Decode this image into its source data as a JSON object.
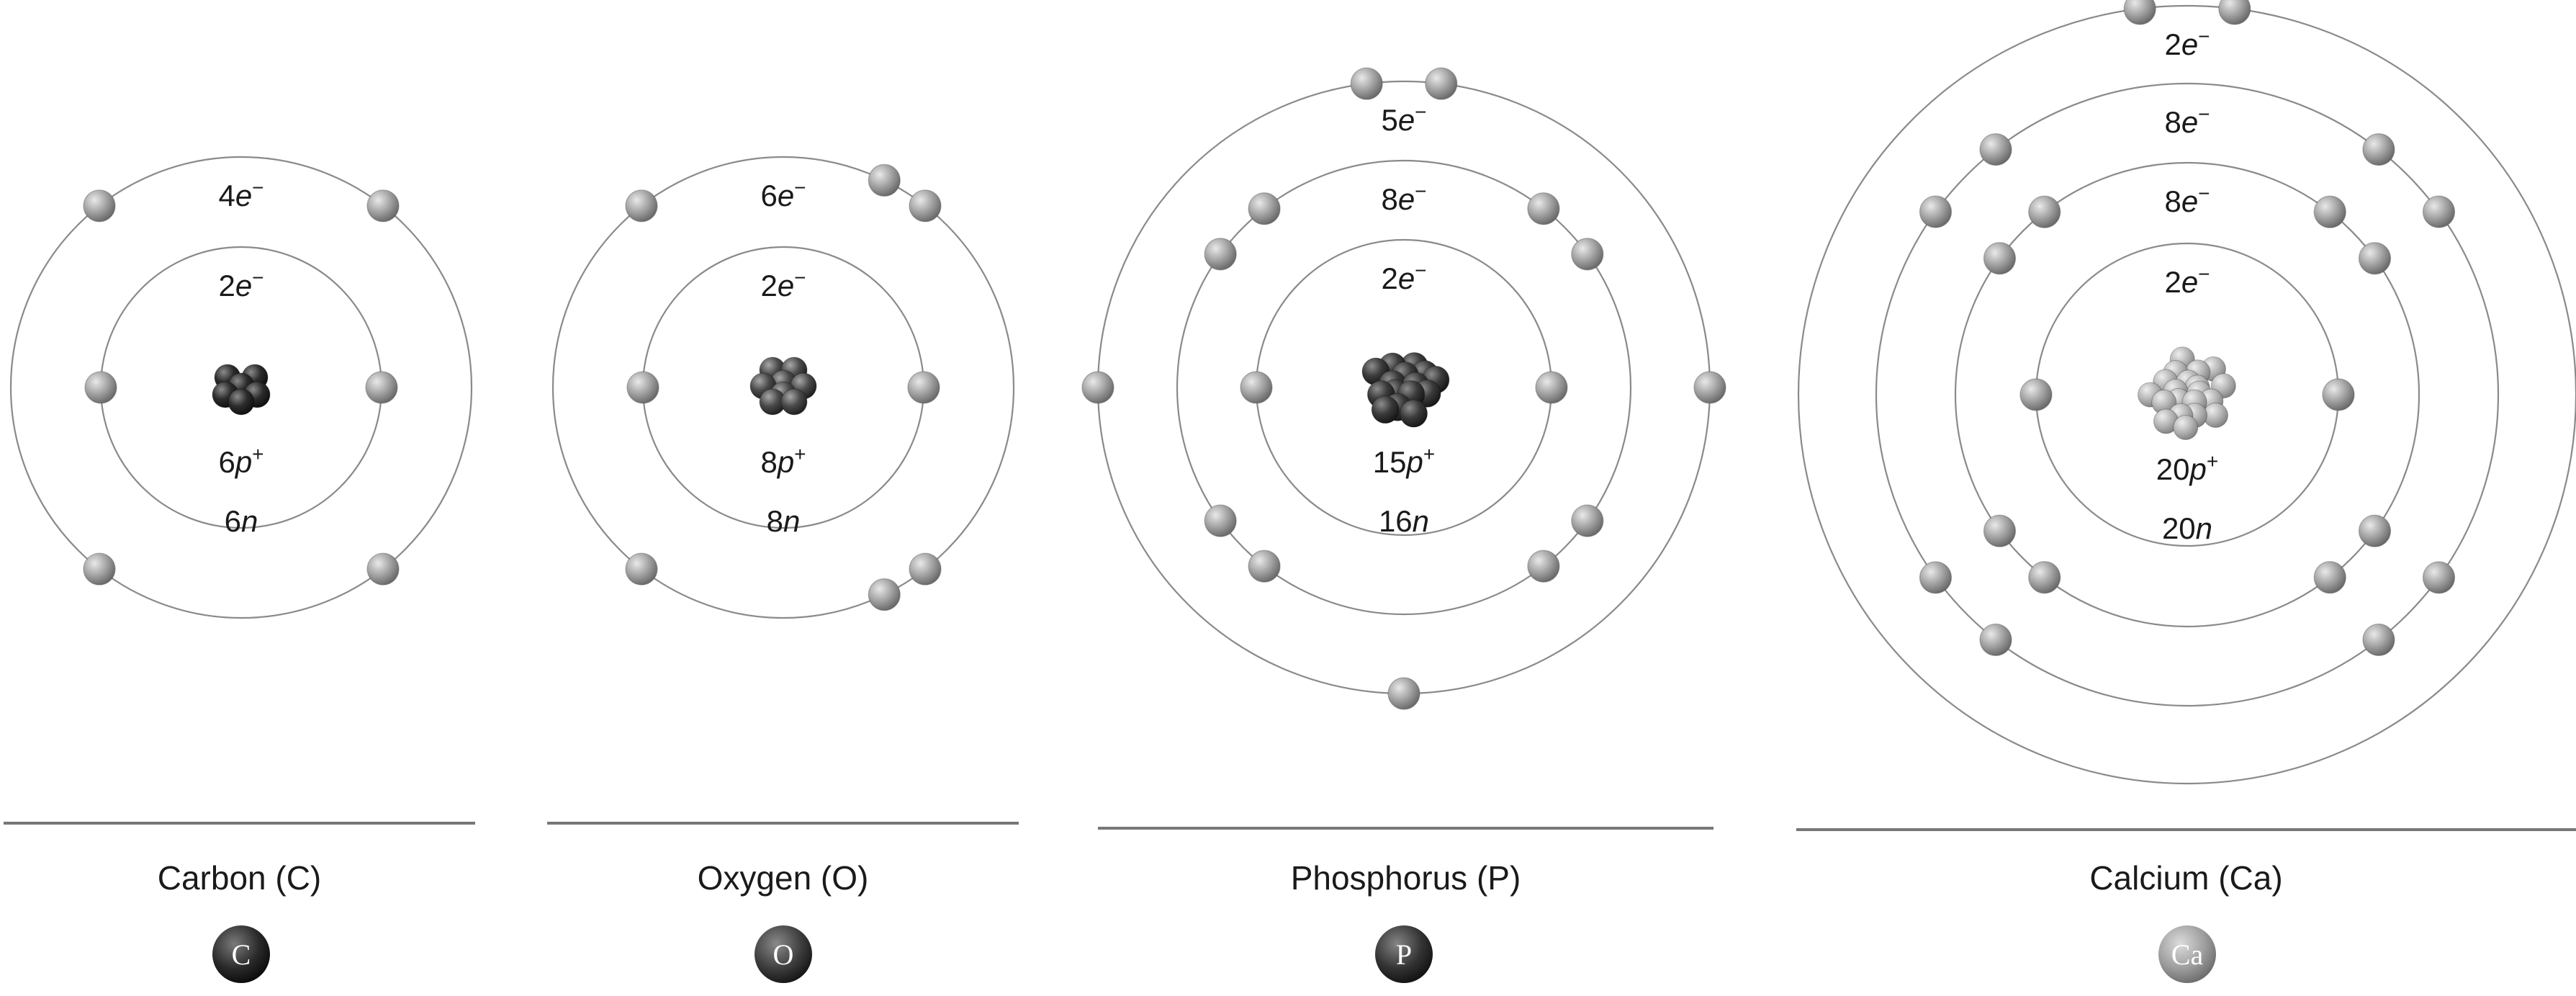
{
  "atoms": [
    {
      "key": "carbon",
      "name": "Carbon (C)",
      "symbol": "C",
      "protons": {
        "count": "6",
        "unit": "p",
        "sup": "+"
      },
      "neutrons": {
        "count": "6",
        "unit": "n"
      },
      "shells": [
        {
          "count": "2",
          "unit": "e",
          "sup": "−",
          "electrons": 2
        },
        {
          "count": "4",
          "unit": "e",
          "sup": "−",
          "electrons": 4
        }
      ],
      "nucleus_color": "#2c2c2c",
      "symbol_color": "#2a2a2a"
    },
    {
      "key": "oxygen",
      "name": "Oxygen (O)",
      "symbol": "O",
      "protons": {
        "count": "8",
        "unit": "p",
        "sup": "+"
      },
      "neutrons": {
        "count": "8",
        "unit": "n"
      },
      "shells": [
        {
          "count": "2",
          "unit": "e",
          "sup": "−",
          "electrons": 2
        },
        {
          "count": "6",
          "unit": "e",
          "sup": "−",
          "electrons": 6
        }
      ],
      "nucleus_color": "#4a4a4a",
      "symbol_color": "#3e3e3e"
    },
    {
      "key": "phosphorus",
      "name": "Phosphorus (P)",
      "symbol": "P",
      "protons": {
        "count": "15",
        "unit": "p",
        "sup": "+"
      },
      "neutrons": {
        "count": "16",
        "unit": "n"
      },
      "shells": [
        {
          "count": "2",
          "unit": "e",
          "sup": "−",
          "electrons": 2
        },
        {
          "count": "8",
          "unit": "e",
          "sup": "−",
          "electrons": 8
        },
        {
          "count": "5",
          "unit": "e",
          "sup": "−",
          "electrons": 5
        }
      ],
      "nucleus_color": "#3a3a3a",
      "symbol_color": "#333333"
    },
    {
      "key": "calcium",
      "name": "Calcium (Ca)",
      "symbol": "Ca",
      "protons": {
        "count": "20",
        "unit": "p",
        "sup": "+"
      },
      "neutrons": {
        "count": "20",
        "unit": "n"
      },
      "shells": [
        {
          "count": "2",
          "unit": "e",
          "sup": "−",
          "electrons": 2
        },
        {
          "count": "8",
          "unit": "e",
          "sup": "−",
          "electrons": 8
        },
        {
          "count": "8",
          "unit": "e",
          "sup": "−",
          "electrons": 8
        },
        {
          "count": "2",
          "unit": "e",
          "sup": "−",
          "electrons": 2
        }
      ],
      "nucleus_color": "#b8b8b8",
      "symbol_color": "#9d9d9d"
    }
  ],
  "colors": {
    "electron": "#a3a3a3",
    "orbit": "#8a8a8a",
    "divider": "#777777"
  }
}
